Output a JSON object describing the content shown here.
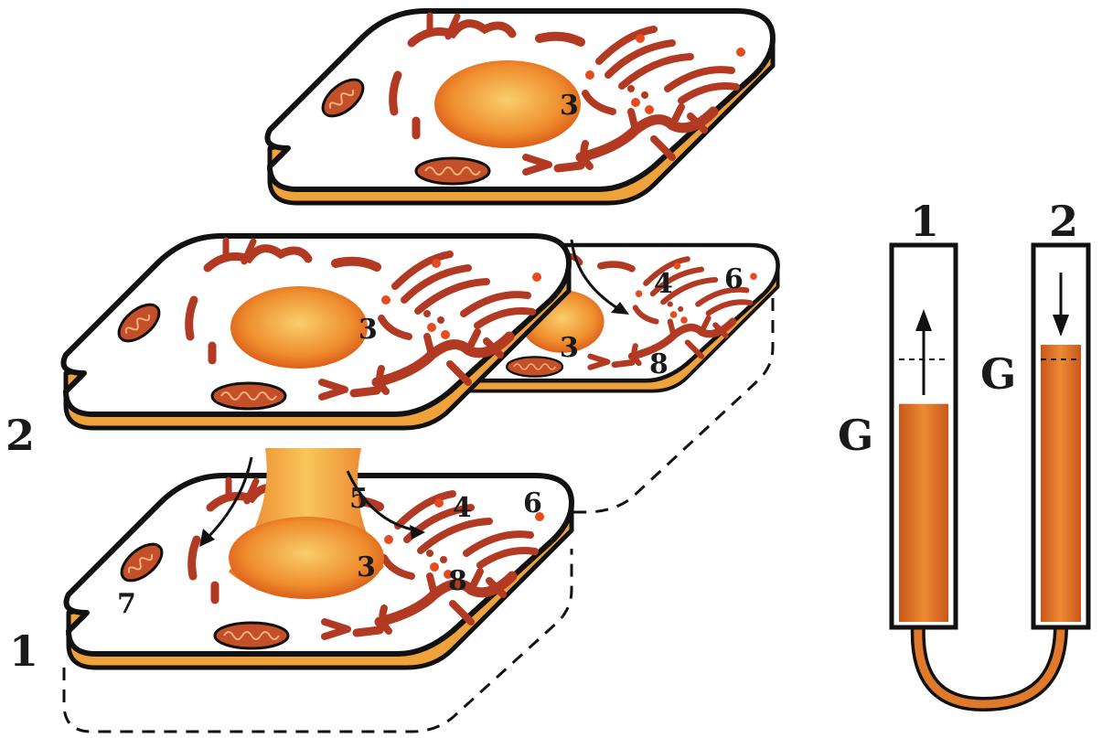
{
  "colors": {
    "outline": "#111111",
    "cytoplasm_fill": "#ffffff",
    "membrane_orange": "#e8782a",
    "membrane_yellow": "#f6c14a",
    "nucleus_center": "#f7c35a",
    "nucleus_edge": "#e26a1c",
    "organelle_red": "#b33a22",
    "fluid_orange": "#e07a2a"
  },
  "cells": {
    "top": {
      "nucleus_label": "3"
    },
    "middle": {
      "nucleus_label": "3"
    },
    "bottom": {
      "nucleus_label": "3"
    },
    "middle_back": {
      "nucleus_label": "3",
      "vesicle_label": "4",
      "granule_label": "6",
      "network_label": "8"
    },
    "bottom_extra": {
      "vesicle_label": "4",
      "channel_label": "5",
      "granule_label": "6",
      "mitochondrion_label": "7",
      "network_label": "8"
    }
  },
  "side_labels": {
    "level_2": "2",
    "level_1": "1"
  },
  "u_tube": {
    "left_label": "1",
    "right_label": "2",
    "left_g_label": "G",
    "right_g_label": "G",
    "left_arrow": "up",
    "right_arrow": "down",
    "left_fluid_fraction": 0.59,
    "right_fluid_fraction": 0.75
  }
}
